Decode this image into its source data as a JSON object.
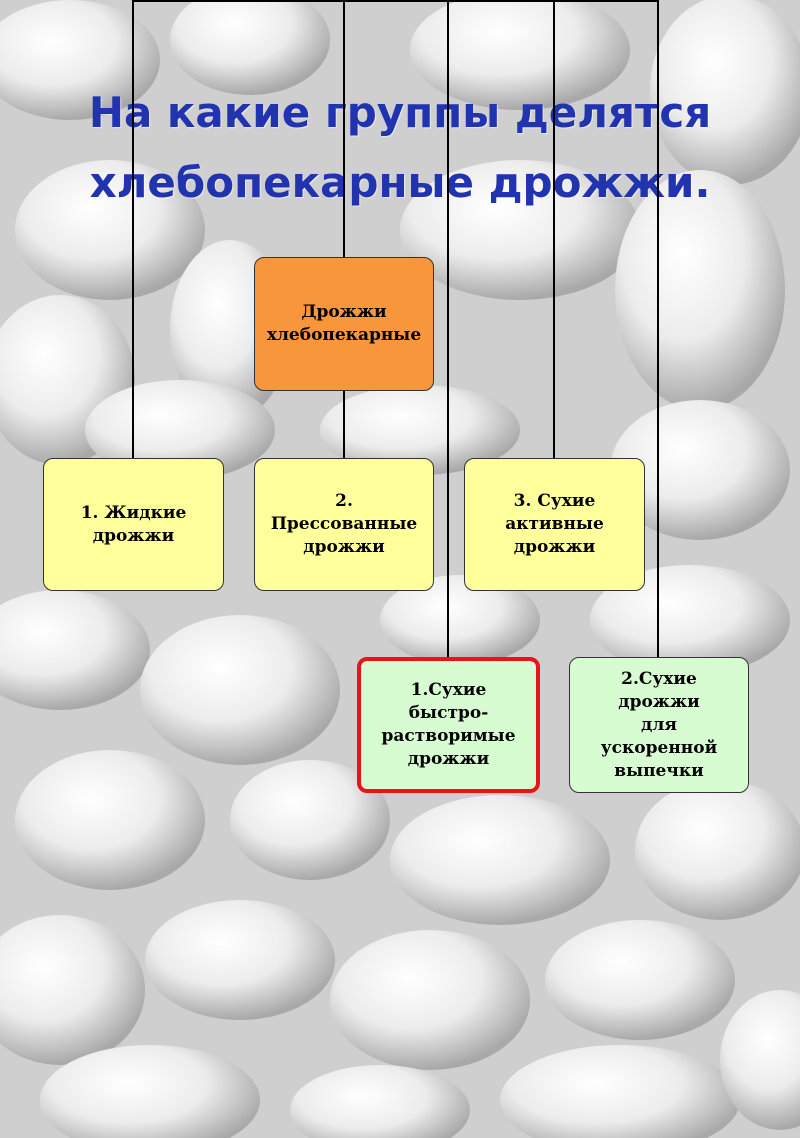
{
  "title": {
    "line1": "На какие группы делятся",
    "line2": "хлебопекарные дрожжи."
  },
  "diagram": {
    "root": "Дрожжи\nхлебопекарные",
    "types": [
      "1. Жидкие\nдрожжи",
      "2.\nПрессованные\nдрожжи",
      "3. Сухие\nактивные\nдрожжи"
    ],
    "subtypes": [
      "1.Сухие\nбыстро-\nрастворимые\nдрожжи",
      "2.Сухие\nдрожжи\nдля\nускоренной\nвыпечки"
    ]
  },
  "colors": {
    "title": "#2233b0",
    "root": "#f7963a",
    "types": "#ffff9c",
    "subtypes": "#d8fcd2",
    "highlight_border": "#e8141a"
  }
}
